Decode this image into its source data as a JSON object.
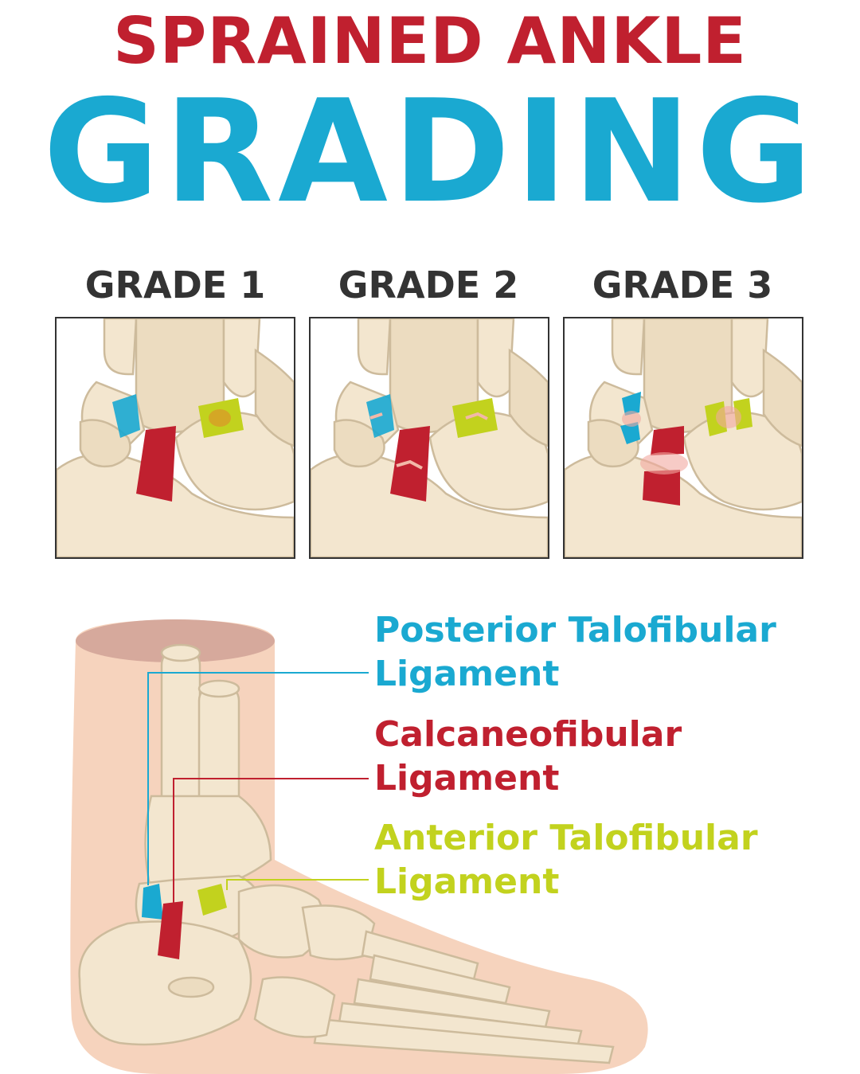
{
  "title": {
    "line1": "SPRAINED ANKLE",
    "line2": "GRADING"
  },
  "grades": [
    {
      "label": "GRADE 1"
    },
    {
      "label": "GRADE 2"
    },
    {
      "label": "GRADE 3"
    }
  ],
  "ligaments": [
    {
      "line1": "Posterior Talofibular",
      "line2": "Ligament",
      "color": "#1aa9d1"
    },
    {
      "line1": "Calcaneofibular",
      "line2": "Ligament",
      "color": "#c0202f"
    },
    {
      "line1": "Anterior Talofibular",
      "line2": "Ligament",
      "color": "#c2d21e"
    }
  ],
  "colors": {
    "title_red": "#c0202f",
    "title_blue": "#1aa9d1",
    "grade_text": "#333333",
    "bone": "#f3e6cf",
    "skin": "#f6d3bd"
  }
}
